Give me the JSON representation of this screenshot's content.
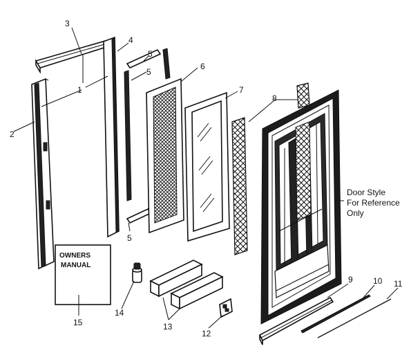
{
  "labels": {
    "l1": "1",
    "l2": "2",
    "l3": "3",
    "l4": "4",
    "l5a": "5",
    "l5b": "5",
    "l6": "6",
    "l7": "7",
    "l8": "8",
    "l9": "9",
    "l10": "10",
    "l11": "11",
    "l12": "12",
    "l13": "13",
    "l14": "14",
    "l15": "15"
  },
  "manual": {
    "line1": "OWNERS",
    "line2": "MANUAL"
  },
  "note": {
    "line1": "Door Style",
    "line2": "For Reference",
    "line3": "Only"
  }
}
